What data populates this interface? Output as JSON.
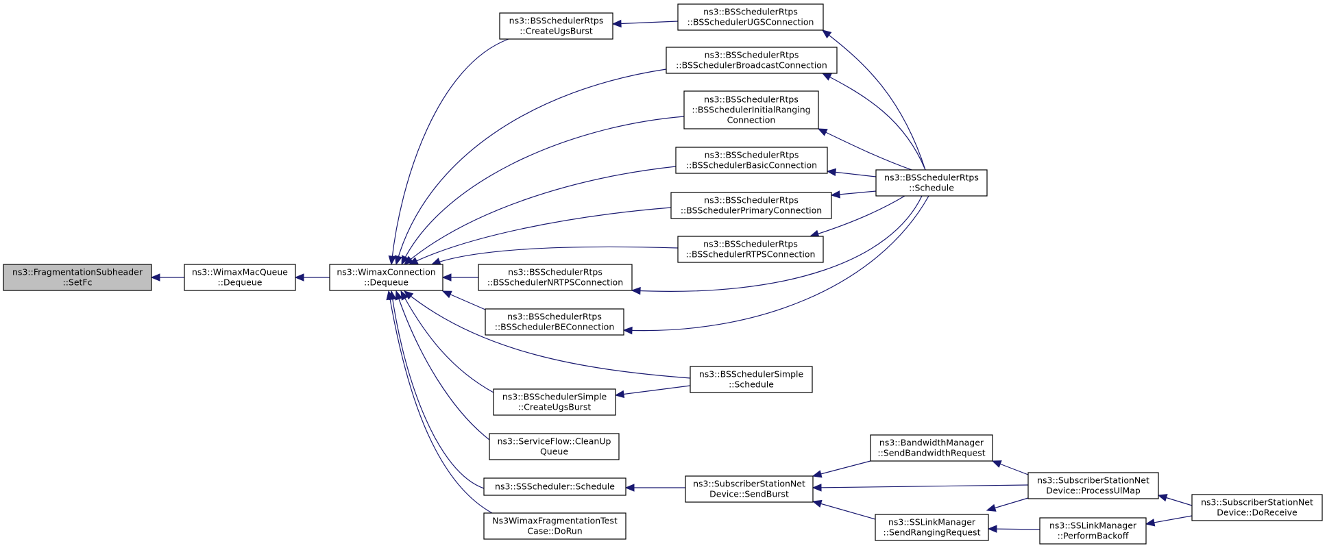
{
  "nodes": [
    {
      "id": "setfc",
      "lines": [
        "ns3::FragmentationSubheader",
        "::SetFc"
      ],
      "highlight": true
    },
    {
      "id": "macq",
      "lines": [
        "ns3::WimaxMacQueue",
        "::Dequeue"
      ]
    },
    {
      "id": "conn",
      "lines": [
        "ns3::WimaxConnection",
        "::Dequeue"
      ]
    },
    {
      "id": "rtps_ugsburst",
      "lines": [
        "ns3::BSSchedulerRtps",
        "::CreateUgsBurst"
      ]
    },
    {
      "id": "rtps_ugsconn",
      "lines": [
        "ns3::BSSchedulerRtps",
        "::BSSchedulerUGSConnection"
      ]
    },
    {
      "id": "rtps_bcast",
      "lines": [
        "ns3::BSSchedulerRtps",
        "::BSSchedulerBroadcastConnection"
      ]
    },
    {
      "id": "rtps_initrng",
      "lines": [
        "ns3::BSSchedulerRtps",
        "::BSSchedulerInitialRanging",
        "Connection"
      ]
    },
    {
      "id": "rtps_basic",
      "lines": [
        "ns3::BSSchedulerRtps",
        "::BSSchedulerBasicConnection"
      ]
    },
    {
      "id": "rtps_primary",
      "lines": [
        "ns3::BSSchedulerRtps",
        "::BSSchedulerPrimaryConnection"
      ]
    },
    {
      "id": "rtps_rtps",
      "lines": [
        "ns3::BSSchedulerRtps",
        "::BSSchedulerRTPSConnection"
      ]
    },
    {
      "id": "rtps_nrtps",
      "lines": [
        "ns3::BSSchedulerRtps",
        "::BSSchedulerNRTPSConnection"
      ]
    },
    {
      "id": "rtps_be",
      "lines": [
        "ns3::BSSchedulerRtps",
        "::BSSchedulerBEConnection"
      ]
    },
    {
      "id": "rtps_schedule",
      "lines": [
        "ns3::BSSchedulerRtps",
        "::Schedule"
      ]
    },
    {
      "id": "simple_schedule",
      "lines": [
        "ns3::BSSchedulerSimple",
        "::Schedule"
      ]
    },
    {
      "id": "simple_ugsburst",
      "lines": [
        "ns3::BSSchedulerSimple",
        "::CreateUgsBurst"
      ]
    },
    {
      "id": "sf_cleanup",
      "lines": [
        "ns3::ServiceFlow::CleanUp",
        "Queue"
      ]
    },
    {
      "id": "ss_schedule",
      "lines": [
        "ns3::SSScheduler::Schedule"
      ]
    },
    {
      "id": "frag_test",
      "lines": [
        "Ns3WimaxFragmentationTest",
        "Case::DoRun"
      ]
    },
    {
      "id": "ssnd_sendburst",
      "lines": [
        "ns3::SubscriberStationNet",
        "Device::SendBurst"
      ]
    },
    {
      "id": "bw_sendreq",
      "lines": [
        "ns3::BandwidthManager",
        "::SendBandwidthRequest"
      ]
    },
    {
      "id": "sslm_sendrng",
      "lines": [
        "ns3::SSLinkManager",
        "::SendRangingRequest"
      ]
    },
    {
      "id": "ssnd_ulmap",
      "lines": [
        "ns3::SubscriberStationNet",
        "Device::ProcessUlMap"
      ]
    },
    {
      "id": "sslm_backoff",
      "lines": [
        "ns3::SSLinkManager",
        "::PerformBackoff"
      ]
    },
    {
      "id": "ssnd_doreceive",
      "lines": [
        "ns3::SubscriberStationNet",
        "Device::DoReceive"
      ]
    }
  ]
}
